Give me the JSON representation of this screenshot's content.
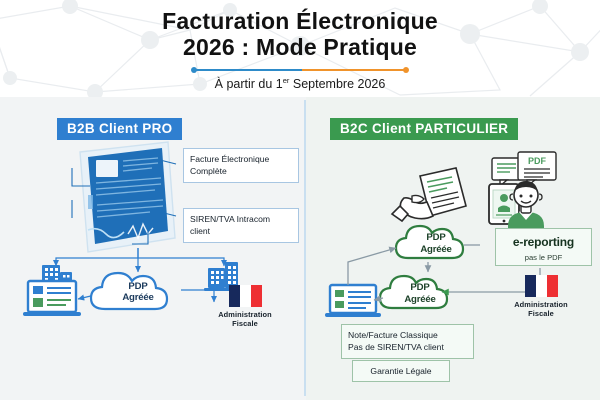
{
  "header": {
    "title_line1": "Facturation Électronique",
    "title_line2": "2026 : Mode Pratique",
    "subtitle_pre": "À partir du 1",
    "subtitle_sup": "er",
    "subtitle_post": " Septembre 2026",
    "timeline_start_color": "#2e8bc9",
    "timeline_end_color": "#f0932b"
  },
  "left_panel": {
    "badge": "B2B  Client PRO",
    "badge_color": "#2f7fd0",
    "document_icon": "electronic-invoice-document",
    "callouts": [
      {
        "text": "Facture Électronique Complète"
      },
      {
        "text": "SIREN/TVA Intracom client"
      }
    ],
    "cloud": {
      "line1": "PDP",
      "line2": "Agréée"
    },
    "icons": {
      "company_left": "office-buildings-icon",
      "company_right": "office-buildings-icon",
      "laptop": "laptop-invoice-icon"
    },
    "admin": {
      "line1": "Administration",
      "line2": "Fiscale",
      "flag": "french-flag-icon"
    }
  },
  "right_panel": {
    "badge": "B2C  Client PARTICULIER",
    "badge_color": "#3a9a4f",
    "icons": {
      "hand_receipt": "hand-holding-receipt-icon",
      "person": "customer-person-icon",
      "tablet": "tablet-icon",
      "speech_pdf": "pdf-speech-bubble-icon",
      "laptop": "laptop-invoice-icon"
    },
    "cloud_top": {
      "line1": "PDP",
      "line2": "Agréée"
    },
    "cloud_bottom": {
      "line1": "PDP",
      "line2": "Agréée"
    },
    "ereporting": {
      "title": "e-reporting",
      "subtitle": "pas le PDF"
    },
    "notes": [
      {
        "line1": "Note/Facture Classique",
        "line2": "Pas de SIREN/TVA client"
      },
      {
        "line1": "Garantie Légale",
        "line2": ""
      }
    ],
    "admin": {
      "line1": "Administration",
      "line2": "Fiscale",
      "flag": "french-flag-icon"
    }
  },
  "colors": {
    "blue_accent": "#2f7fd0",
    "green_accent": "#3a9a4f",
    "flag_blue": "#17295c",
    "flag_red": "#ee2f33",
    "panel_left_bg": "#f2f4f5",
    "panel_right_bg": "#eff3f1",
    "divider": "#c9dff0"
  }
}
